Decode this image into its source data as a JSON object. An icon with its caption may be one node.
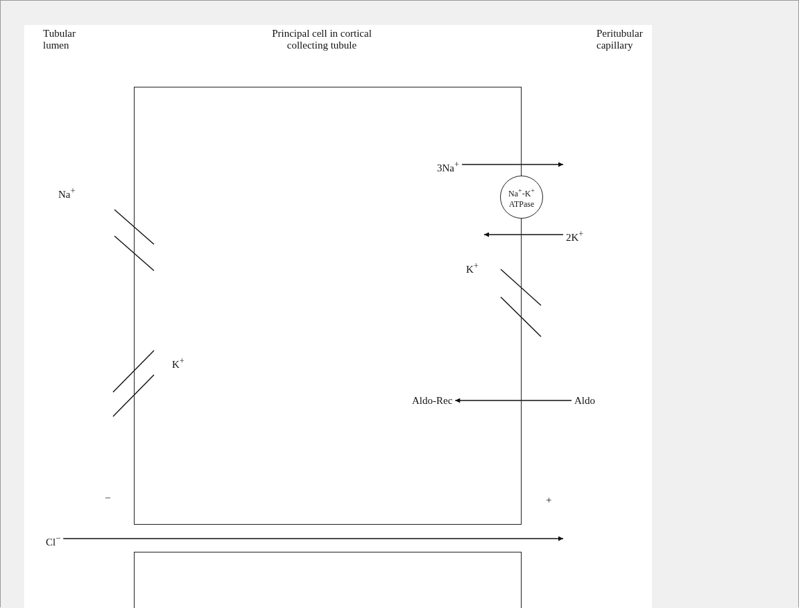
{
  "diagram": {
    "nodes": [
      {
        "text": [
          "Principal cell in cortical collecting tubule"
        ]
      },
      {
        "text": [
          "Na$^{+}$-K$^{+}$ ATPase"
        ]
      },
      {
        "text": [
          "3Na$^{+}$"
        ],
        "in": 0
      },
      {
        "text": [
          "2K$^{+}$"
        ]
      },
      {
        "text": [
          "Aldo-Rec"
        ],
        "in": 0
      },
      {
        "text": [
          "Aldo"
        ]
      },
      {
        "text": [
          "Cl$^{−}$"
        ]
      },
      {
        "text": [],
        "shape": "box"
      }
    ],
    "edges": [
      {
        "from": 2,
        "to": null,
        "arrow": "to"
      },
      {
        "from": 3,
        "to": null,
        "arrow": "to"
      },
      {
        "from": 5,
        "to": 4,
        "arrow": "to"
      },
      {
        "from": 6,
        "to": null,
        "arrow": "to"
      }
    ],
    "labels": [
      "Tubular lumen",
      "Peritubular capillary",
      "Na$^{+}$",
      "K$^{+}$",
      "K$^{+}$",
      "−",
      "+"
    ]
  }
}
